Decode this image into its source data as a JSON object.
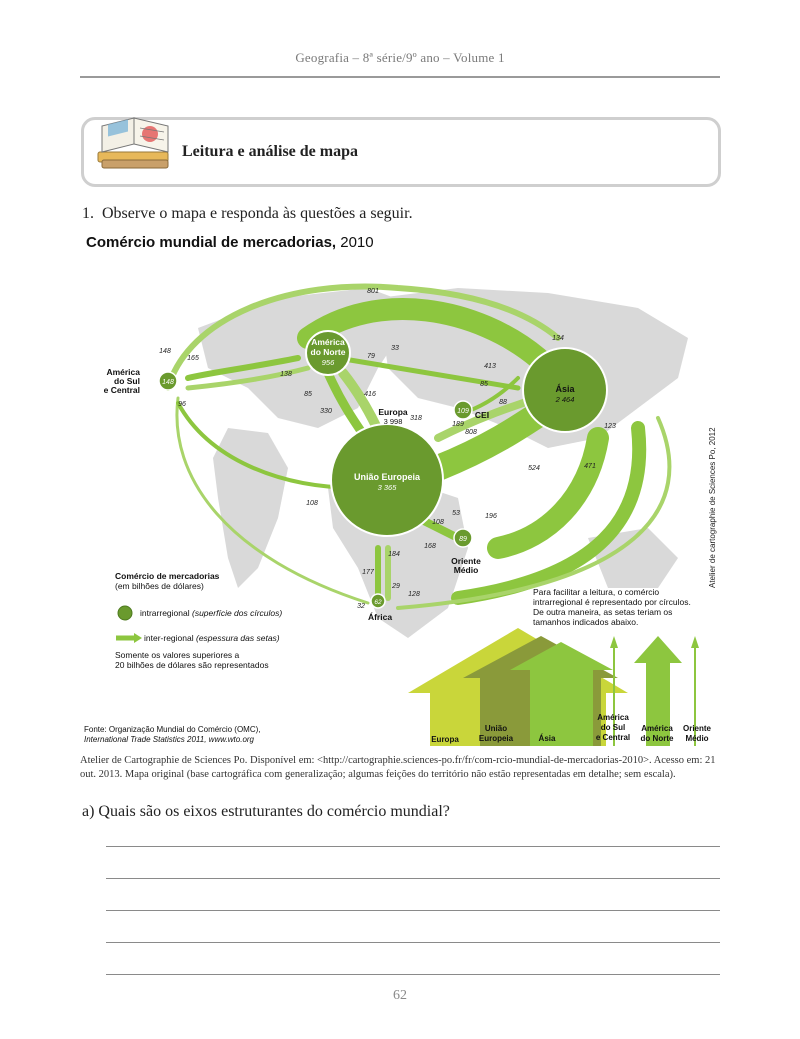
{
  "header": {
    "running_title": "Geografia – 8ª série/9º ano – Volume 1"
  },
  "section": {
    "title": "Leitura e análise de mapa"
  },
  "question1": {
    "number": "1.",
    "text": "Observe o mapa e responda às questões a seguir."
  },
  "map": {
    "title_bold": "Comércio mundial de mercadorias,",
    "title_year": "2010",
    "regions": {
      "america_norte": {
        "name1": "América",
        "name2": "do Norte",
        "value": "956"
      },
      "america_sul": {
        "name1": "América",
        "name2": "do Sul",
        "name3": "e Central",
        "value": "148"
      },
      "europa": {
        "name": "Europa",
        "value": "3 998"
      },
      "uniao_europeia": {
        "name": "União Europeia",
        "value": "3 365"
      },
      "cei": {
        "name": "CEI",
        "value": "109"
      },
      "asia": {
        "name": "Ásia",
        "value": "2 464"
      },
      "oriente_medio": {
        "name1": "Oriente",
        "name2": "Médio",
        "value": "89"
      },
      "africa": {
        "name": "África",
        "value": "62"
      }
    },
    "flow_labels": [
      "801",
      "134",
      "148",
      "165",
      "33",
      "79",
      "413",
      "138",
      "85",
      "88",
      "85",
      "416",
      "330",
      "318",
      "189",
      "808",
      "123",
      "471",
      "524",
      "96",
      "108",
      "108",
      "53",
      "196",
      "168",
      "184",
      "177",
      "29",
      "128",
      "32"
    ],
    "legend": {
      "title1": "Comércio de mercadorias",
      "title2": "(em bilhões de dólares)",
      "intra_label": "intrarregional",
      "intra_note": "(superfície dos círculos)",
      "inter_label": "inter-regional",
      "inter_note": "(espessura das setas)",
      "note1": "Somente os valores superiores a",
      "note2": "20 bilhões de dólares são representados"
    },
    "scale_note": {
      "line1": "Para facilitar a leitura, o comércio",
      "line2": "intrarregional é representado por círculos.",
      "line3": "De outra maneira, as setas teriam os",
      "line4": "tamanhos indicados abaixo."
    },
    "bar_labels": {
      "europa": "Europa",
      "ue1": "União",
      "ue2": "Europeia",
      "asia": "Ásia",
      "asul1": "América",
      "asul2": "do Sul",
      "asul3": "e Central",
      "anorte1": "América",
      "anorte2": "do Norte",
      "om1": "Oriente",
      "om2": "Médio"
    },
    "source1": "Fonte: Organização Mundial do Comércio (OMC),",
    "source2": "International Trade Statistics 2011, www.wto.org",
    "credit": "Atelier de cartographie de Sciences Po, 2012"
  },
  "caption": "Atelier de Cartographie de Sciences Po. Disponível em: <http://cartographie.sciences-po.fr/fr/com-rcio-mundial-de-mercadorias-2010>. Acesso em: 21 out. 2013. Mapa original (base cartográfica com generalização; algumas feições do território não estão representadas em detalhe; sem escala).",
  "question_a": "a) Quais são os eixos estruturantes do comércio mundial?",
  "page_number": "62",
  "colors": {
    "arrow_green": "#8dc63f",
    "circle_green": "#6a9a2e",
    "land_gray": "#d9d9d9",
    "olive": "#8a9a3a",
    "lime": "#c9d63a"
  }
}
